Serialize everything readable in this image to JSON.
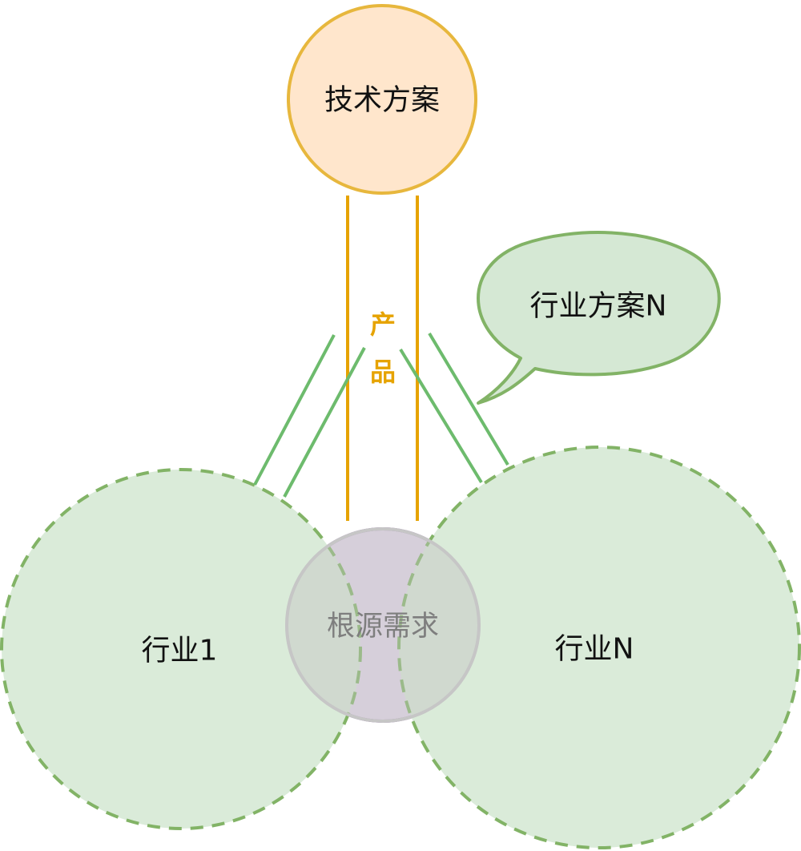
{
  "nodes": {
    "tech_solution": {
      "label": "技术方案"
    },
    "product": {
      "label_line1": "产",
      "label_line2": "品"
    },
    "industry_solution_n": {
      "label": "行业方案N"
    },
    "industry_1": {
      "label": "行业1"
    },
    "industry_n": {
      "label": "行业N"
    },
    "root_demand": {
      "label": "根源需求"
    }
  },
  "colors": {
    "tech_fill": "#ffe6cc",
    "tech_stroke": "#e7b73d",
    "product_line": "#e6a300",
    "industry_fill": "#d5e8d4",
    "industry_stroke": "#82b366",
    "solution_line": "#6dbb6d",
    "root_fill": "#e1d5e7",
    "root_stroke": "#9063a8",
    "root_overlay": "#c9c9c9"
  }
}
